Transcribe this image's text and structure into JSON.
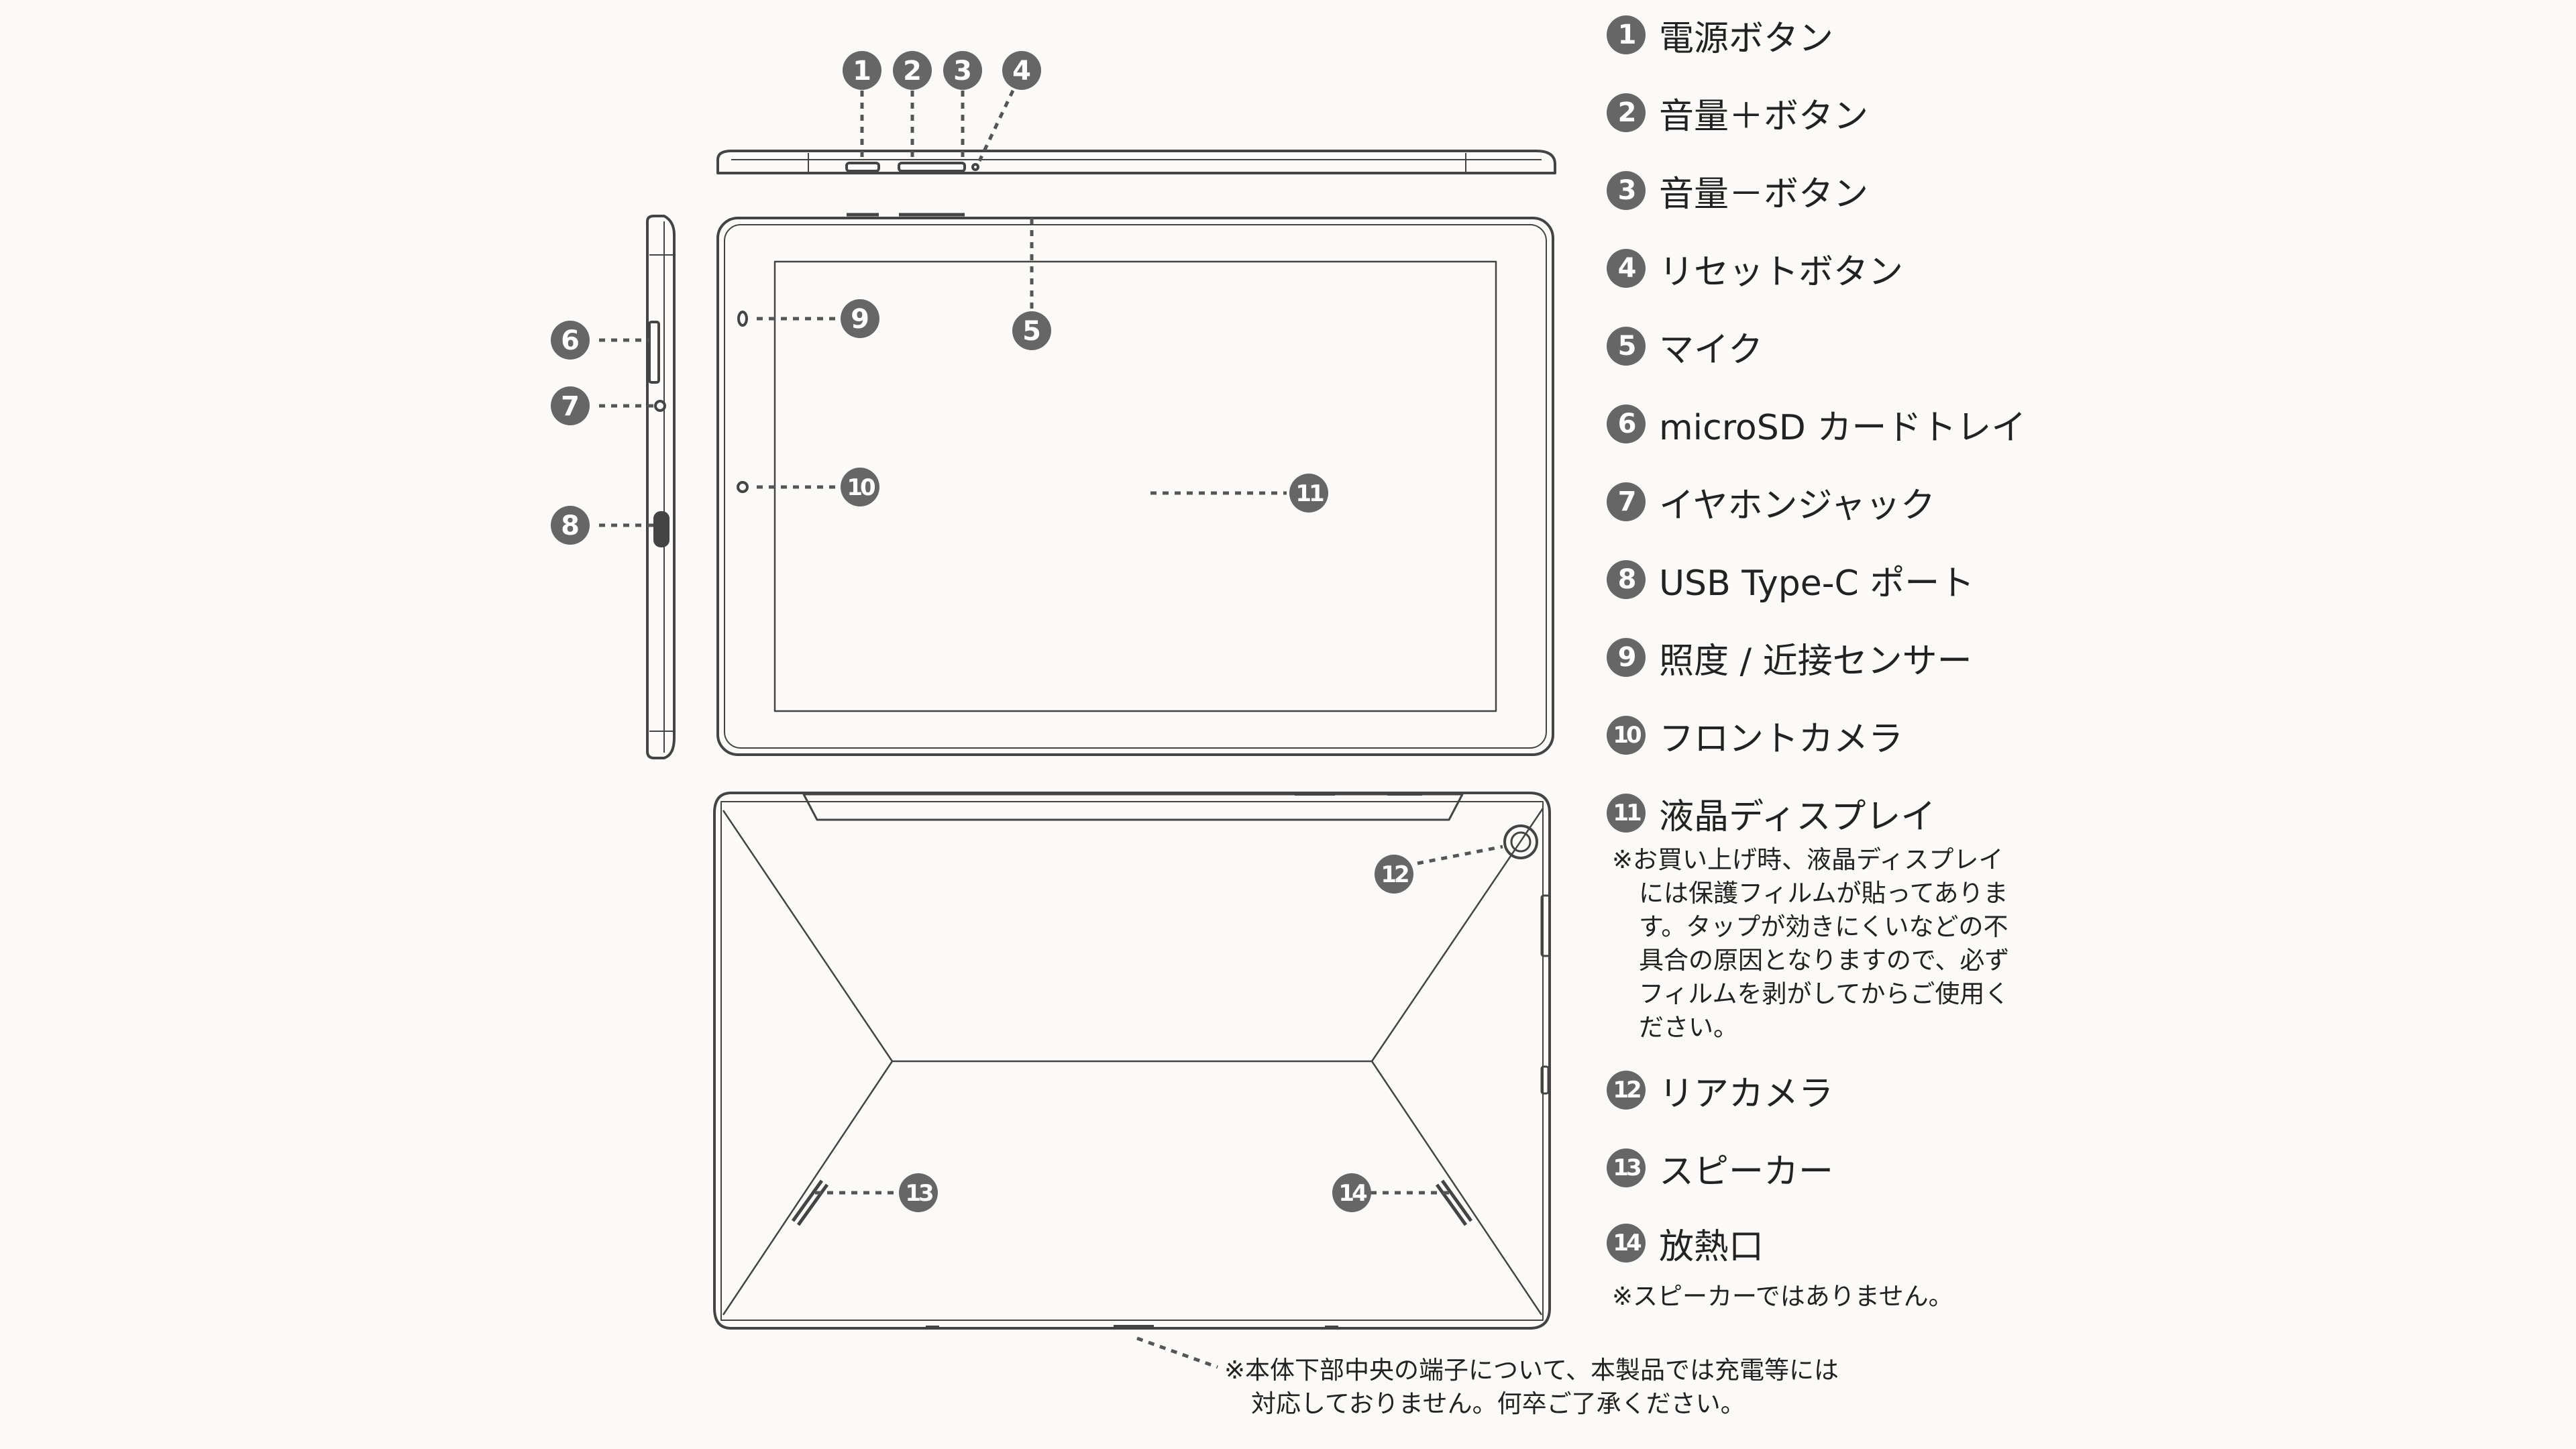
{
  "legend": [
    {
      "number": "1",
      "label": "電源ボタン"
    },
    {
      "number": "2",
      "label": "音量＋ボタン"
    },
    {
      "number": "3",
      "label": "音量－ボタン"
    },
    {
      "number": "4",
      "label": "リセットボタン"
    },
    {
      "number": "5",
      "label": "マイク"
    },
    {
      "number": "6",
      "label": "microSD カードトレイ"
    },
    {
      "number": "7",
      "label": "イヤホンジャック"
    },
    {
      "number": "8",
      "label": "USB Type-C ポート"
    },
    {
      "number": "9",
      "label": "照度 / 近接センサー"
    },
    {
      "number": "10",
      "label": "フロントカメラ"
    },
    {
      "number": "11",
      "label": "液晶ディスプレイ"
    },
    {
      "number": "12",
      "label": "リアカメラ"
    },
    {
      "number": "13",
      "label": "スピーカー"
    },
    {
      "number": "14",
      "label": "放熱口"
    }
  ],
  "notes": {
    "lcd_note": [
      "※お買い上げ時、液晶ディスプレイ",
      "には保護フィルムが貼ってありま",
      "す。タップが効きにくいなどの不",
      "具合の原因となりますので、必ず",
      "フィルムを剥がしてからご使用く",
      "ださい。"
    ],
    "vent_note": "※スピーカーではありません。",
    "bottom_note": [
      "※本体下部中央の端子について、本製品では充電等には",
      "対応しておりません。何卒ご了承ください。"
    ]
  },
  "callouts": [
    "1",
    "2",
    "3",
    "4",
    "5",
    "6",
    "7",
    "8",
    "9",
    "10",
    "11",
    "12",
    "13",
    "14"
  ],
  "colors": {
    "badge": "#666666",
    "line": "#444444",
    "background": "#fbfaf8"
  }
}
